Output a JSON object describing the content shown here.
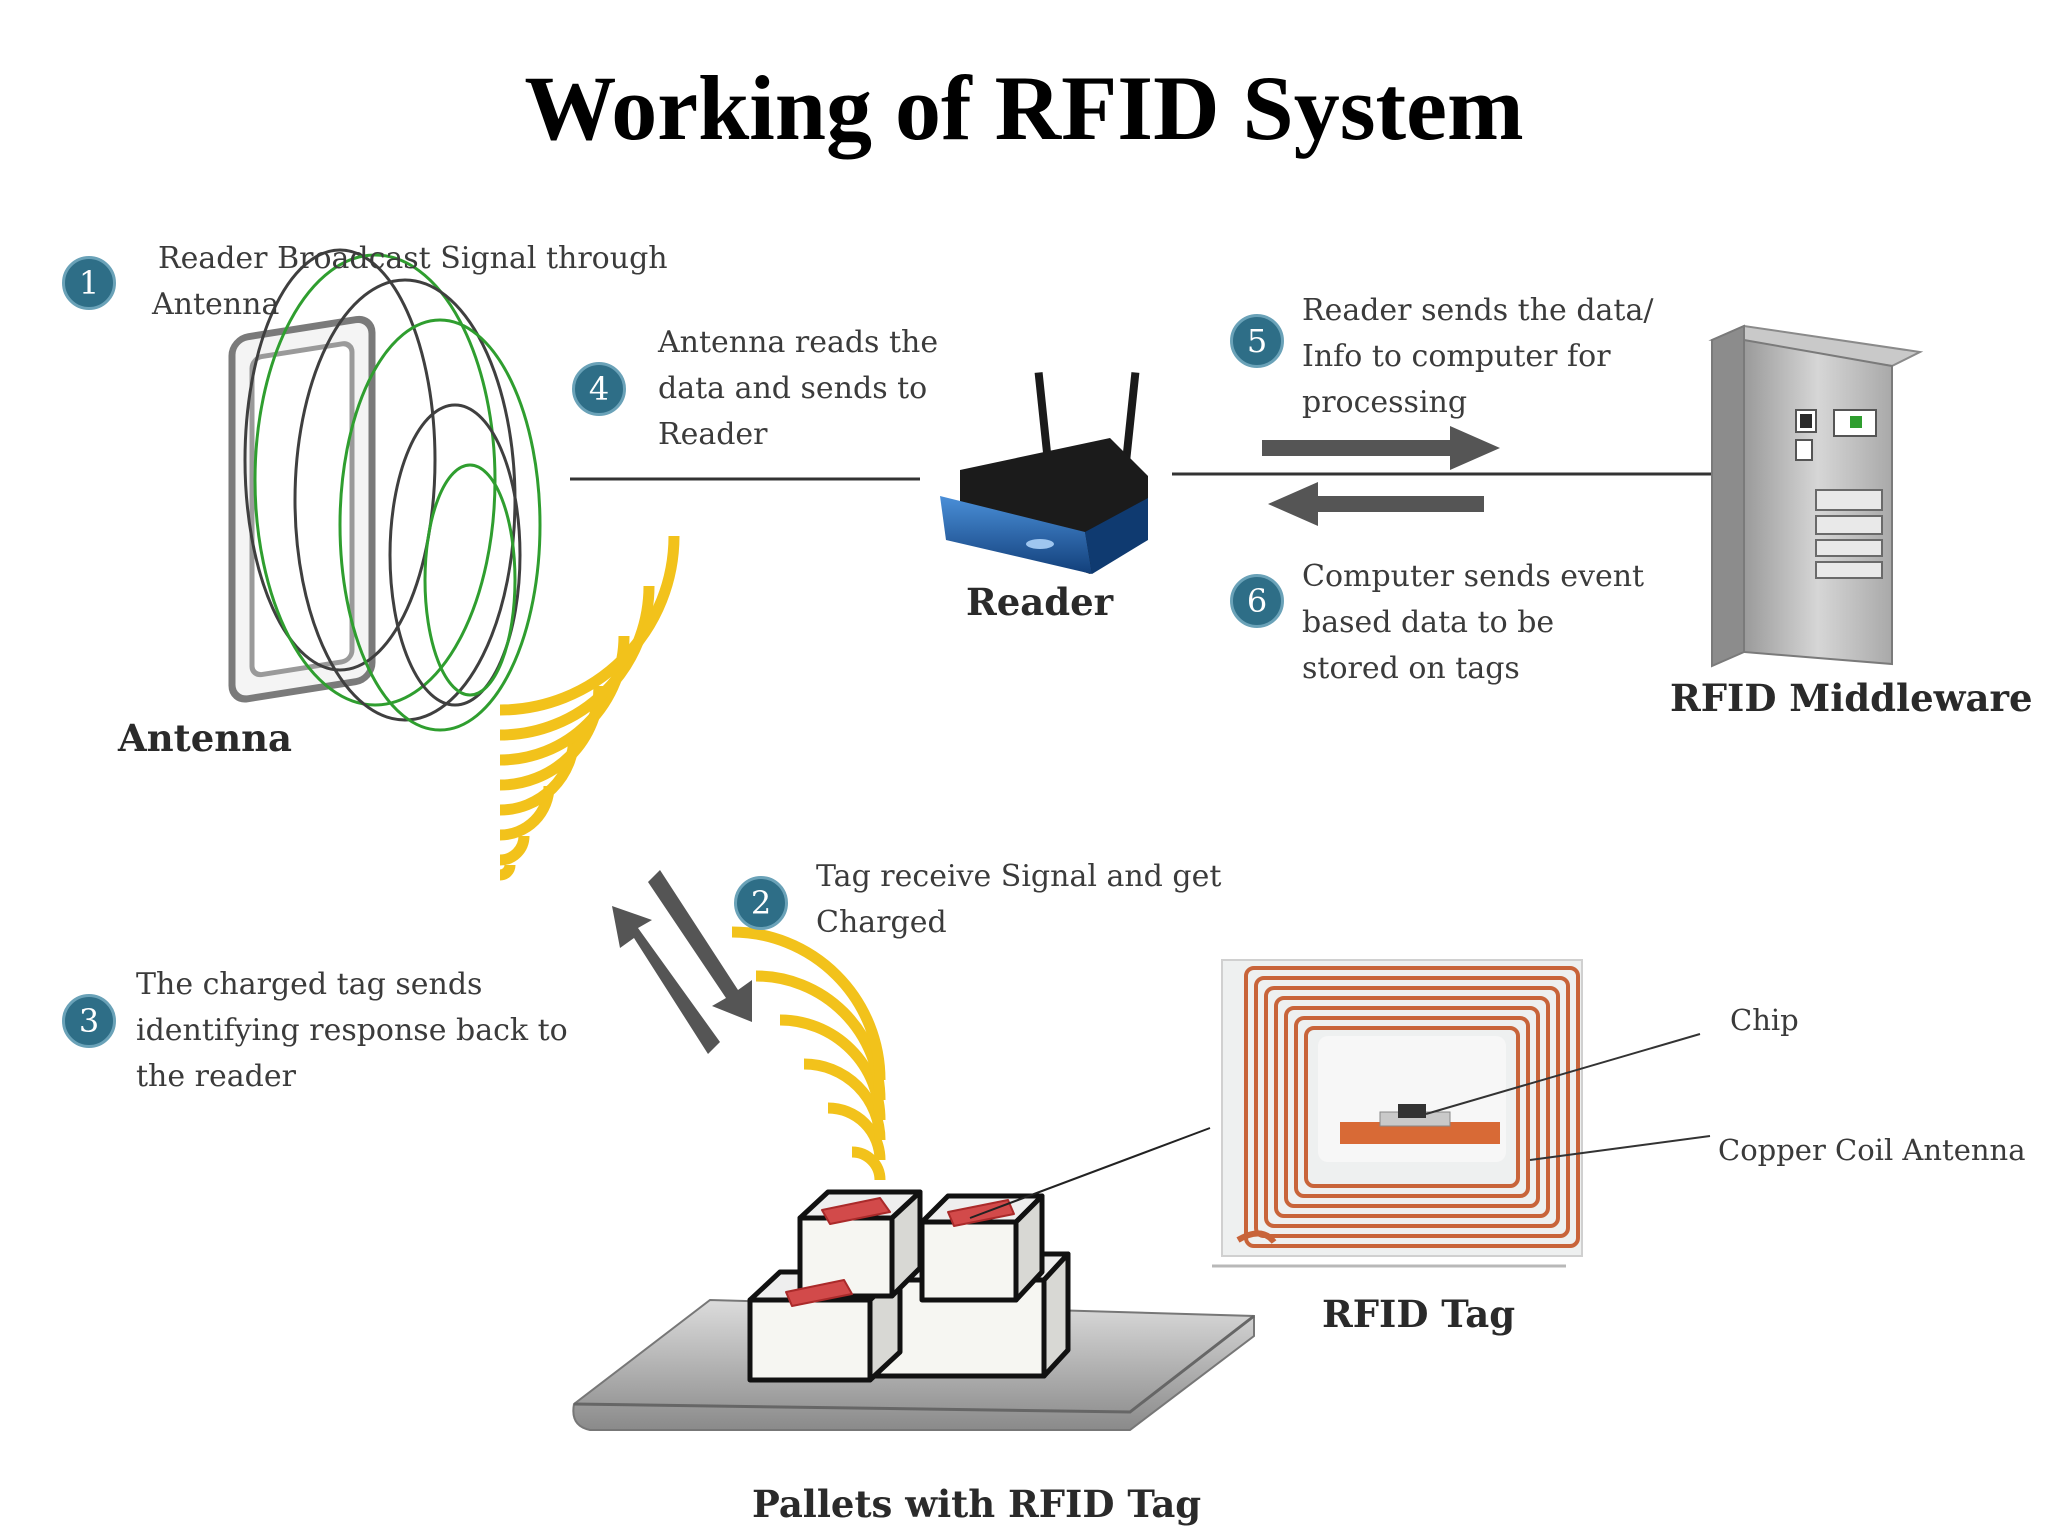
{
  "title": "Working of RFID System",
  "steps": [
    {
      "number": "1",
      "line1": "Reader  Broadcast Signal through",
      "line2": "Antenna"
    },
    {
      "number": "2",
      "line1": "Tag receive Signal and get",
      "line2": "Charged"
    },
    {
      "number": "3",
      "line1": "The charged tag sends",
      "line2": "identifying response back to",
      "line3": "the reader"
    },
    {
      "number": "4",
      "line1": "Antenna reads the",
      "line2": "data and sends to",
      "line3": "Reader"
    },
    {
      "number": "5",
      "line1": "Reader sends the data/",
      "line2": "Info to computer for",
      "line3": "processing"
    },
    {
      "number": "6",
      "line1": "Computer sends event",
      "line2": "based data to be",
      "line3": "stored on tags"
    }
  ],
  "labels": {
    "antenna": "Antenna",
    "reader": "Reader",
    "middleware": "RFID Middleware",
    "tag": "RFID Tag",
    "pallets": "Pallets  with RFID Tag",
    "chip": "Chip",
    "coil": "Copper Coil Antenna"
  },
  "colors": {
    "badge": "#2e6e87",
    "signal_waves": "#f2c21b",
    "antenna_field": "#2f9e2f",
    "reader_body": "#1f5fa8",
    "copper_coil": "#c8643a",
    "arrows": "#555555"
  },
  "icons": [
    "antenna-icon",
    "wifi-router-icon",
    "computer-tower-icon",
    "signal-waves-icon",
    "rfid-tag-icon",
    "pallet-boxes-icon"
  ]
}
